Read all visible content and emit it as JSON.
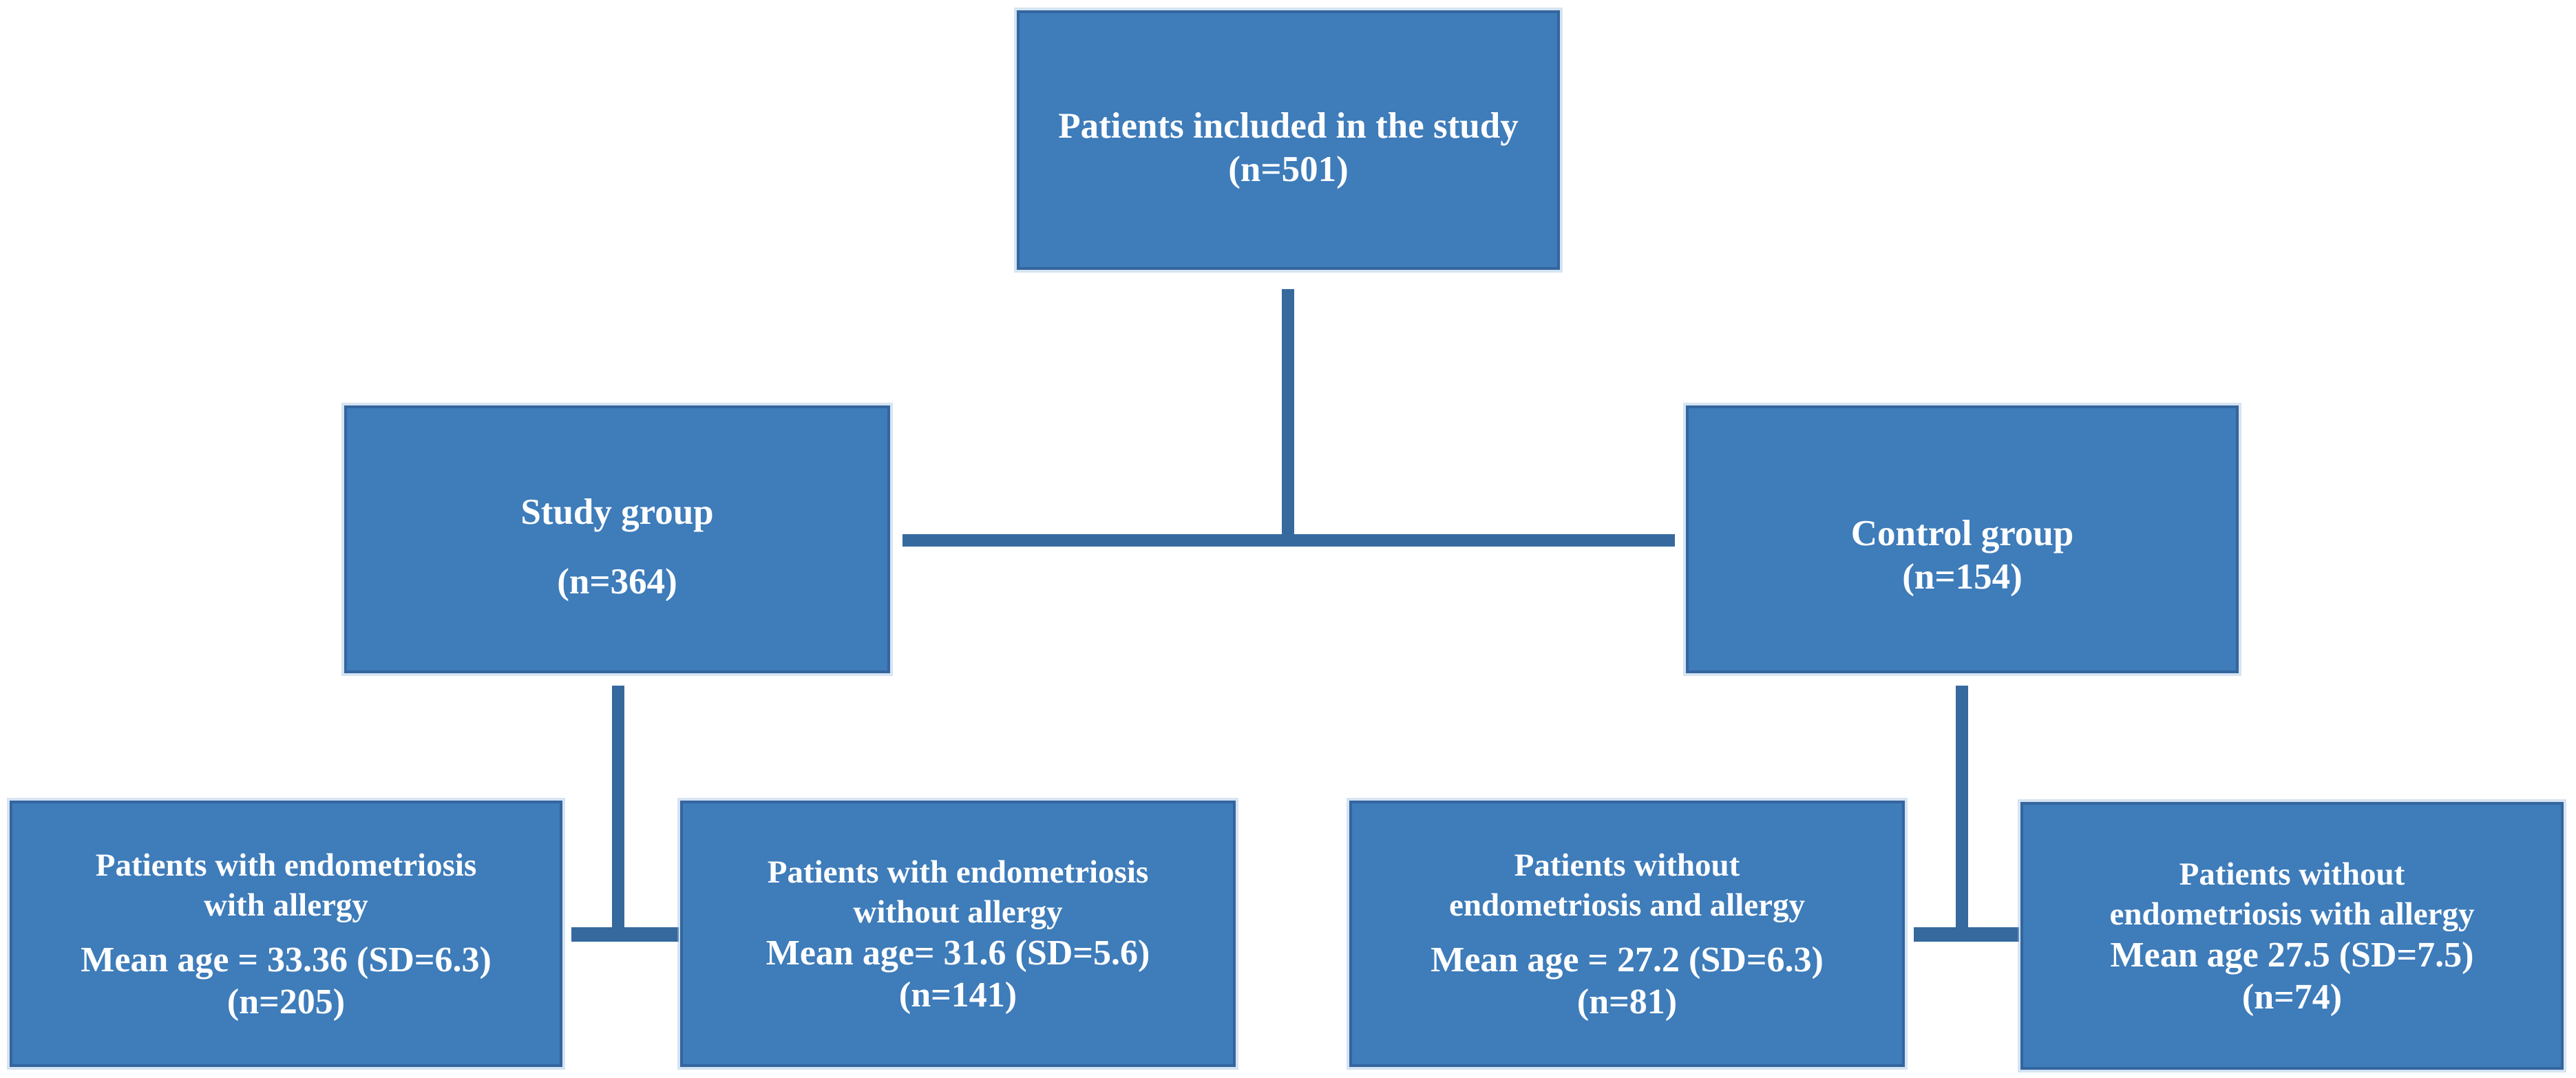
{
  "colors": {
    "background": "#FFFFFF",
    "box_fill": "#3E7CBA",
    "box_border": "#34659E",
    "connector": "#36699E",
    "text_color": "#FFFFFF"
  },
  "nodes": {
    "included": {
      "line1": "Patients included in the study",
      "line2": "(n=501)"
    },
    "study_group": {
      "line1": "Study group",
      "line2": "(n=364)"
    },
    "control_group": {
      "line1": "Control group",
      "line2": "(n=154)"
    },
    "endo_with_allergy": {
      "line1": "Patients with endometriosis",
      "line2": "with allergy",
      "line3": "Mean age = 33.36 (SD=6.3)",
      "line4": "(n=205)"
    },
    "endo_without_allergy": {
      "line1": "Patients with endometriosis",
      "line2": "without allergy",
      "line3": "Mean age= 31.6 (SD=5.6)",
      "line4": "(n=141)"
    },
    "no_endo_and_allergy": {
      "line1": "Patients without",
      "line2": "endometriosis and allergy",
      "line3": "Mean age = 27.2 (SD=6.3)",
      "line4": "(n=81)"
    },
    "no_endo_with_allergy": {
      "line1": "Patients without",
      "line2": "endometriosis with allergy",
      "line3": "Mean age 27.5 (SD=7.5)",
      "line4": "(n=74)"
    }
  }
}
